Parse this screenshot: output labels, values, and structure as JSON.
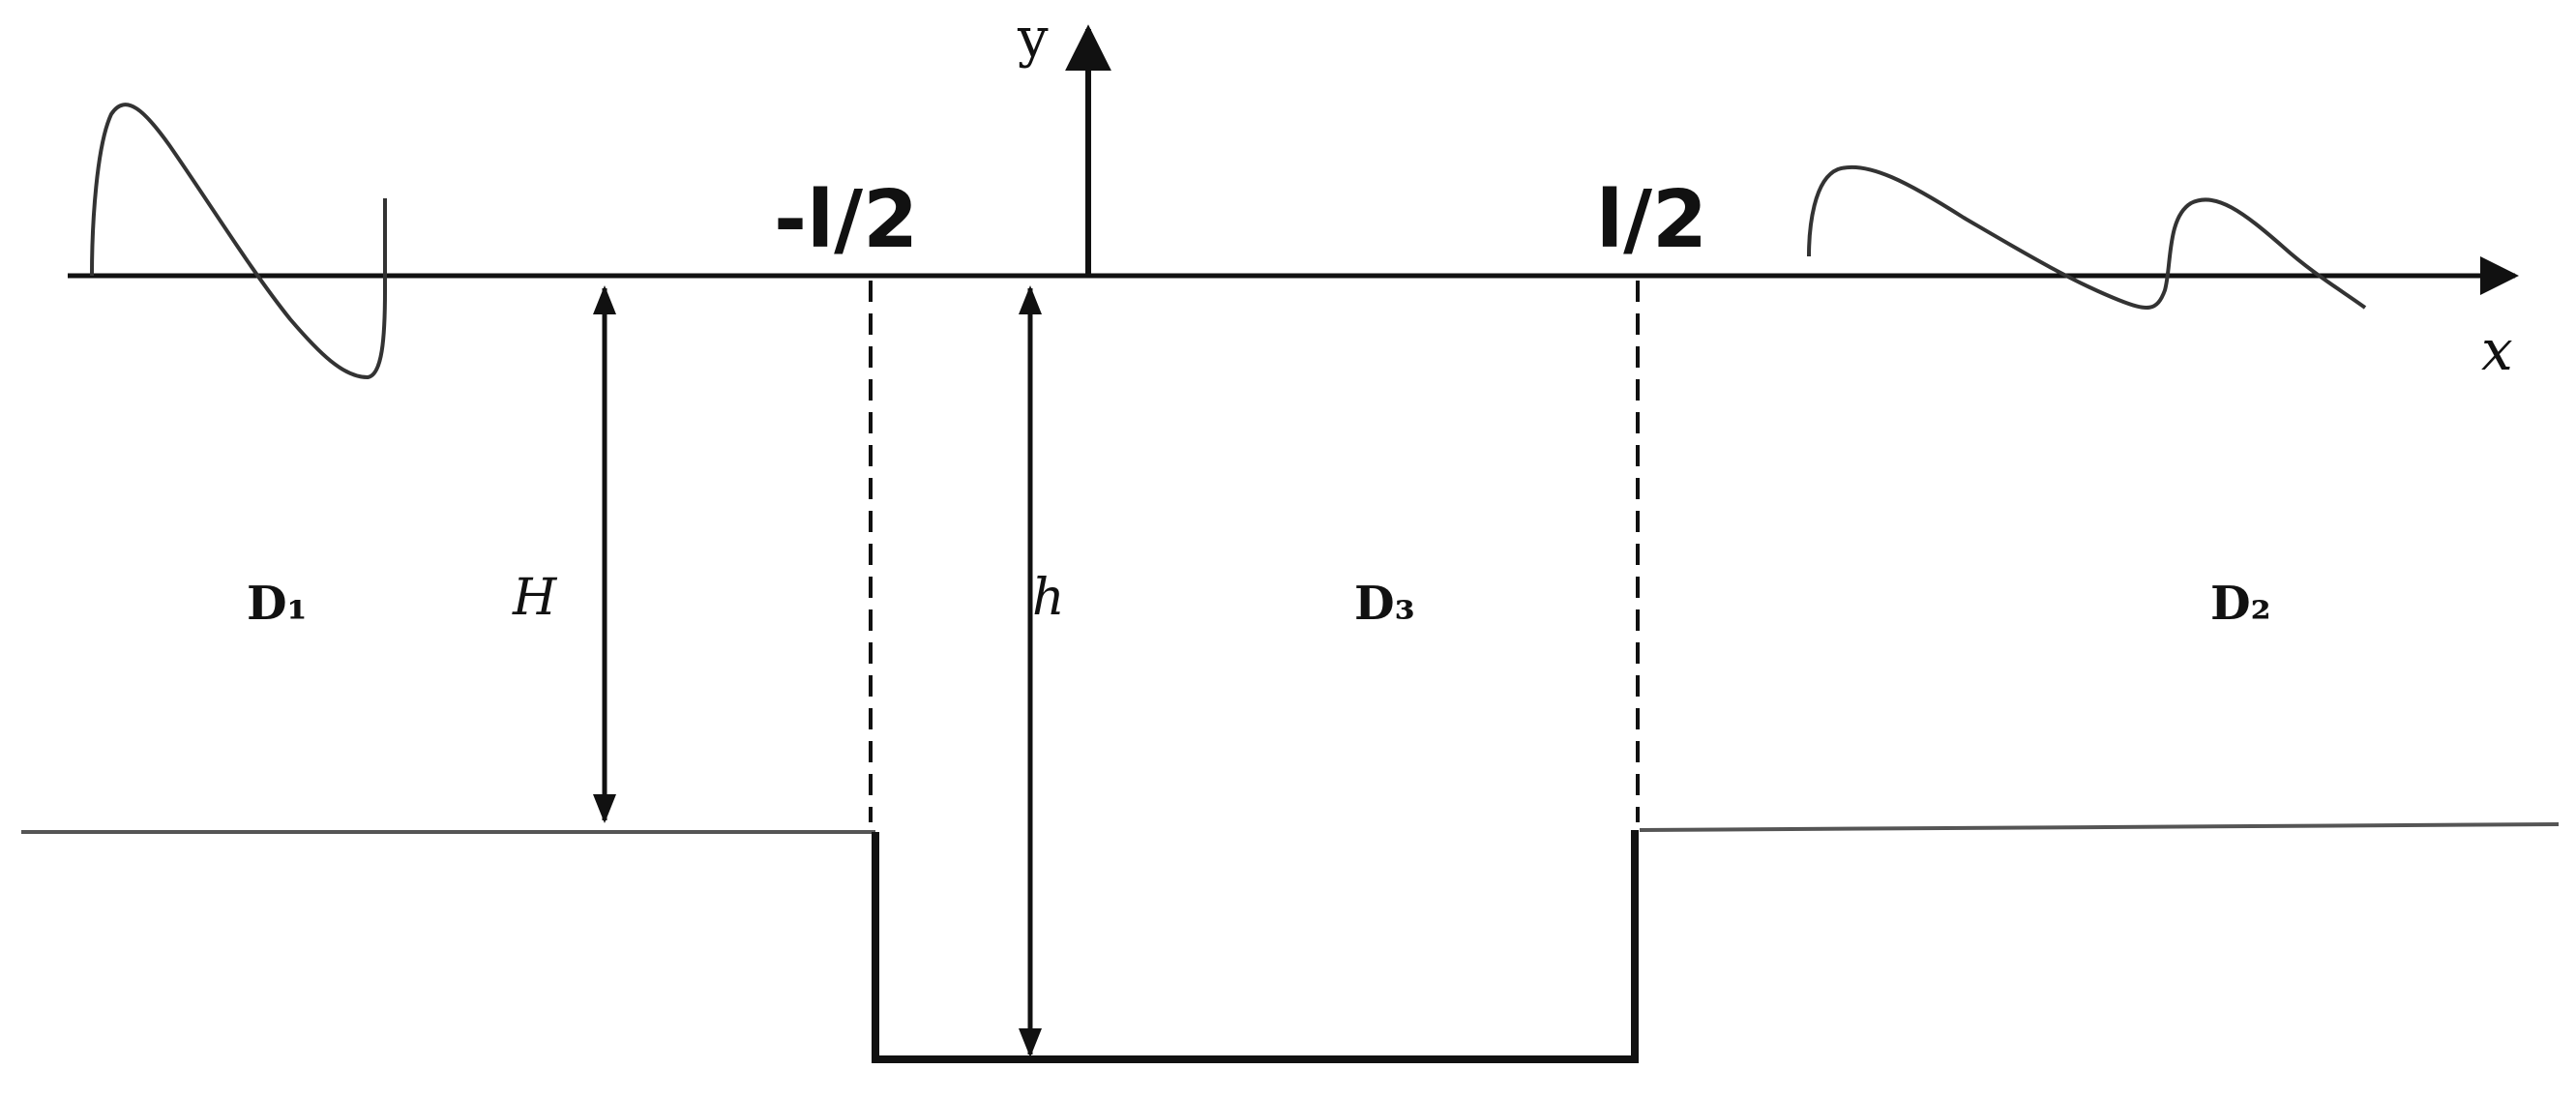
{
  "diagram": {
    "axis_x_label": "x",
    "axis_y_label": "y",
    "left_edge_label": "-l/2",
    "right_edge_label": "l/2",
    "region_left_label": "D₁",
    "region_middle_label": "D₃",
    "region_right_label": "D₂",
    "depth_H_label": "H",
    "depth_h_label": "h",
    "colors": {
      "stroke": "#111111",
      "background": "#ffffff"
    }
  }
}
